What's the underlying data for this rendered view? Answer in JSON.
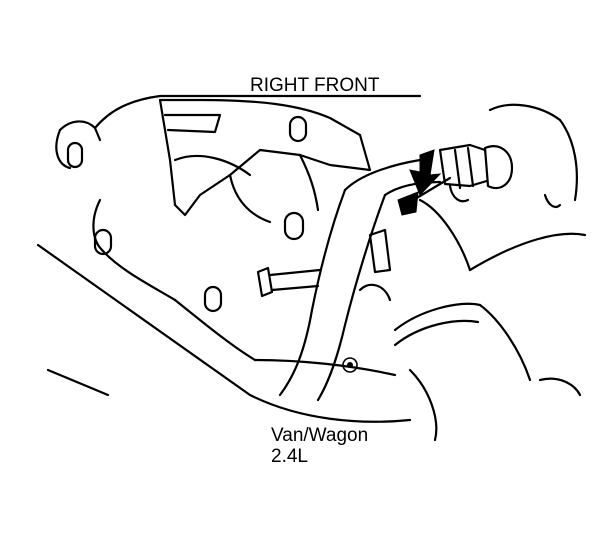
{
  "labels": {
    "orientation": "RIGHT FRONT",
    "model_line1": "Van/Wagon",
    "model_line2": "2.4L"
  },
  "colors": {
    "background": "#ffffff",
    "ink": "#000000"
  }
}
